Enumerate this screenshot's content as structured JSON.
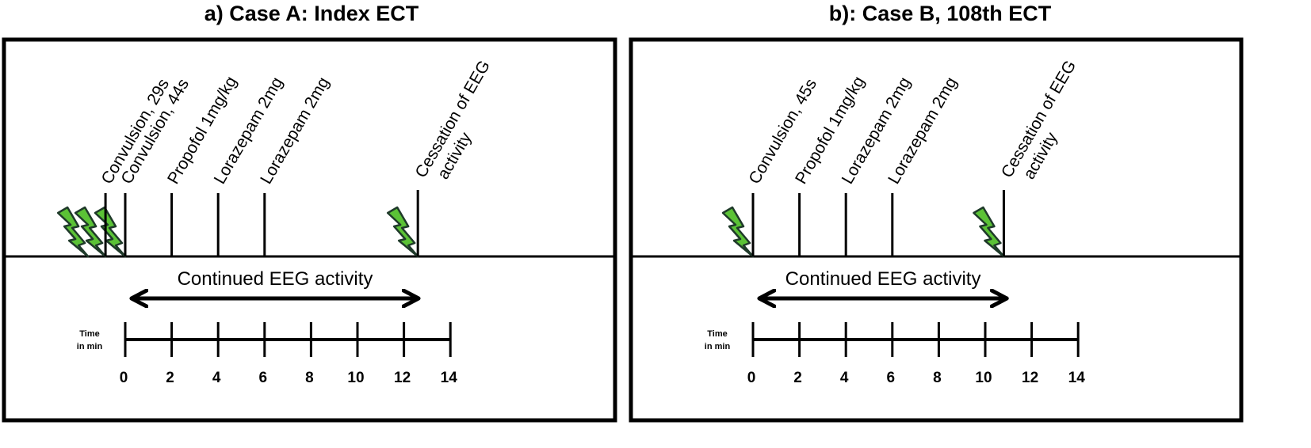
{
  "panels": [
    {
      "title": "a) Case A: Index ECT",
      "events": [
        {
          "label": "Convulsion, 29s",
          "time": -0.85
        },
        {
          "label": "Convulsion, 44s",
          "time": 0
        },
        {
          "label": "Propofol 1mg/kg",
          "time": 2
        },
        {
          "label": "Lorazepam 2mg",
          "time": 4
        },
        {
          "label": "Lorazepam 2mg",
          "time": 6
        }
      ],
      "cessation": {
        "lines": [
          "Cessation of EEG",
          "activity"
        ],
        "time": 12.6
      },
      "stimuli_times": [
        -1.6,
        -0.85,
        0,
        12.6
      ],
      "eeg_label": "Continued EEG activity",
      "eeg_range": [
        0.1,
        12.8
      ],
      "time_label": [
        "Time",
        "in min"
      ],
      "ticks": [
        0,
        2,
        4,
        6,
        8,
        10,
        12,
        14
      ]
    },
    {
      "title": "b): Case B, 108th ECT",
      "events": [
        {
          "label": "Convulsion, 45s",
          "time": 0
        },
        {
          "label": "Propofol 1mg/kg",
          "time": 2
        },
        {
          "label": "Lorazepam 2mg",
          "time": 4
        },
        {
          "label": "Lorazepam 2mg",
          "time": 6
        }
      ],
      "cessation": {
        "lines": [
          "Cessation of EEG",
          "activity"
        ],
        "time": 10.8
      },
      "stimuli_times": [
        0,
        10.8
      ],
      "eeg_label": "Continued EEG activity",
      "eeg_range": [
        0.1,
        11.1
      ],
      "time_label": [
        "Time",
        "in min"
      ],
      "ticks": [
        0,
        2,
        4,
        6,
        8,
        10,
        12,
        14
      ]
    }
  ],
  "colors": {
    "bolt": "#5bc236",
    "bolt_outline": "#1f3a2a",
    "line": "#000000"
  }
}
